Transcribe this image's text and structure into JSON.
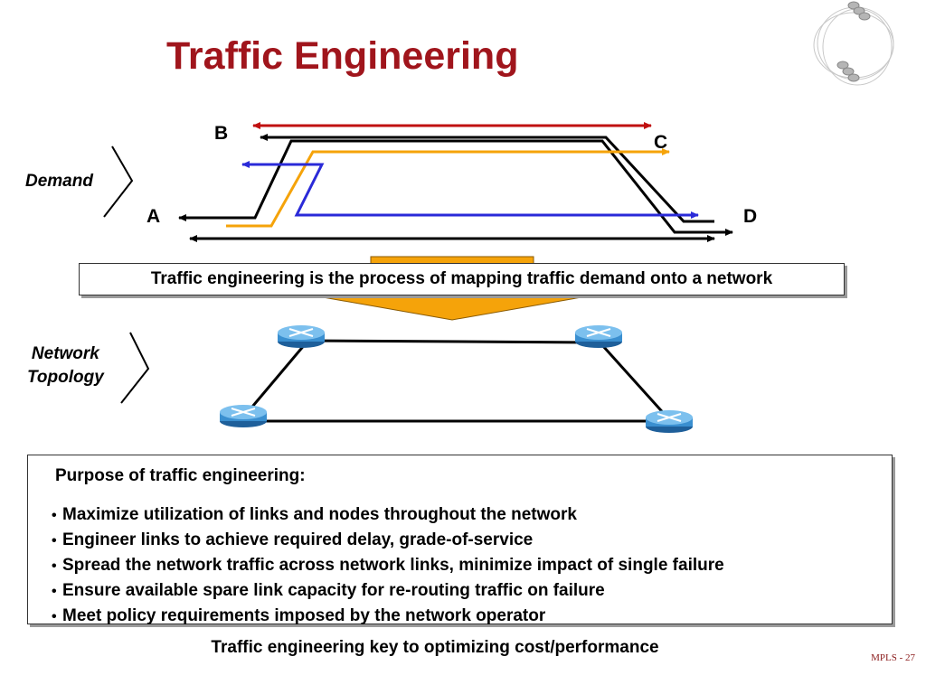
{
  "slide": {
    "title": "Traffic Engineering",
    "demand_label": "Demand",
    "topology_label_line1": "Network",
    "topology_label_line2": "Topology",
    "node_labels": {
      "a": "A",
      "b": "B",
      "c": "C",
      "d": "D"
    },
    "definition": "Traffic engineering is the process of mapping traffic demand onto a network",
    "purpose_title": "Purpose of traffic engineering:",
    "purposes": [
      "Maximize utilization of links and nodes throughout the network",
      "Engineer links to achieve required delay, grade-of-service",
      "Spread the network traffic across network links, minimize impact of single failure",
      "Ensure available spare link capacity for re-routing traffic on failure",
      "Meet policy requirements imposed by the network operator"
    ],
    "footer": "Traffic engineering key to optimizing cost/performance",
    "page_number": "MPLS - 27"
  },
  "colors": {
    "title": "#a0151c",
    "red_path": "#c01010",
    "orange_path": "#f5a30a",
    "blue_path": "#2a2ad8",
    "black_path": "#000000",
    "funnel": "#f5a30a",
    "router": "#3a8fd0"
  }
}
